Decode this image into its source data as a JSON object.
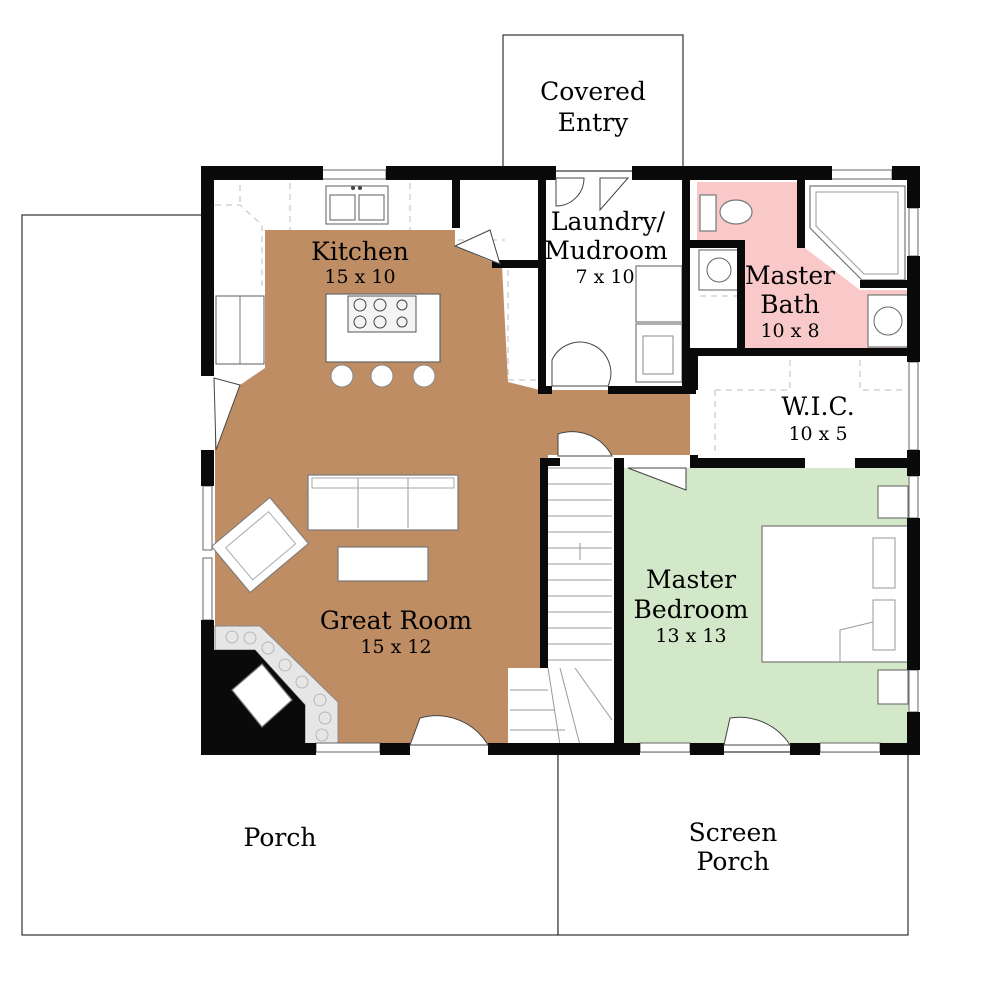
{
  "rooms": {
    "covered_entry": {
      "line1": "Covered",
      "line2": "Entry",
      "color": "#ffffff"
    },
    "kitchen": {
      "name": "Kitchen",
      "dims": "15 x 10",
      "color": "#bf8d63"
    },
    "laundry": {
      "line1": "Laundry/",
      "line2": "Mudroom",
      "dims": "7 x 10",
      "color": "#ffffff"
    },
    "master_bath": {
      "line1": "Master",
      "line2": "Bath",
      "dims": "10 x 8",
      "color": "#f8c9c8"
    },
    "wic": {
      "name": "W.I.C.",
      "dims": "10 x 5",
      "color": "#ffffff"
    },
    "great_room": {
      "name": "Great Room",
      "dims": "15 x 12",
      "color": "#bf8d63"
    },
    "master_bedroom": {
      "line1": "Master",
      "line2": "Bedroom",
      "dims": "13 x 13",
      "color": "#d3e8c8"
    },
    "porch": {
      "name": "Porch",
      "color": "#ffffff"
    },
    "screen_porch": {
      "line1": "Screen",
      "line2": "Porch",
      "color": "#ffffff"
    }
  },
  "colors": {
    "wall": "#0a0a0a",
    "floor_wood": "#bf8d63",
    "bath_pink": "#f8c9c8",
    "bedroom_green": "#d3e8c8",
    "fireplace_stone": "#e6e6e6"
  }
}
